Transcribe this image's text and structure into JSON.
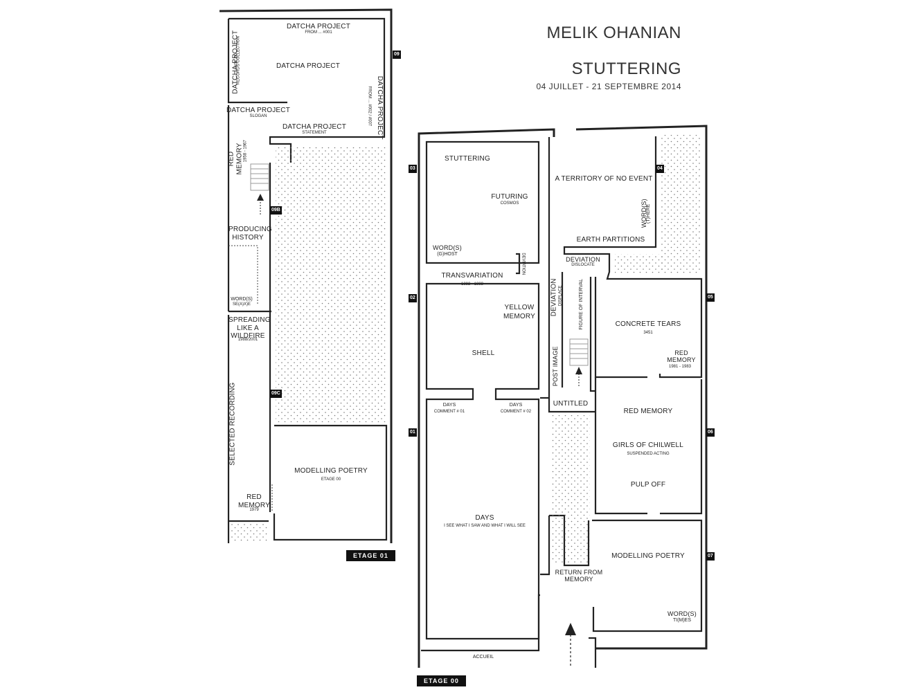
{
  "header": {
    "artist": "MELIK OHANIAN",
    "title": "STUTTERING",
    "dates": "04 JUILLET - 21 SEPTEMBRE 2014"
  },
  "floors": {
    "upper": "ETAGE 01",
    "ground": "ETAGE 00"
  },
  "tags": {
    "t01": "01",
    "t02": "02",
    "t03": "03",
    "t04": "04",
    "t05": "05",
    "t06": "06",
    "t07": "07",
    "t09": "09",
    "t09b": "09B",
    "t09c": "09C"
  },
  "upper": {
    "datcha_top": "DATCHA PROJECT",
    "datcha_top_sub": "FROM ... #001",
    "datcha_center": "DATCHA PROJECT",
    "datcha_left": "DATCHA PROJECT",
    "datcha_left_sub1": "RECORDS COLLECTION",
    "datcha_left_sub2": "VOL.00",
    "datcha_right": "DATCHA PROJECT",
    "datcha_right_sub": "FROM ... #002 / #007",
    "datcha_slogan": "DATCHA PROJECT",
    "datcha_slogan_sub": "SLOGAN",
    "datcha_statement": "DATCHA PROJECT",
    "datcha_statement_sub": "STATEMENT",
    "red_memory": "RED MEMORY",
    "red_memory_sub": "1958 - 1967",
    "producing_history": "PRODUCING HISTORY",
    "words_seaxe": "WORD(S)",
    "words_seaxe_sub": "SE(A)X)E",
    "spreading": "SPREADING LIKE A WILDFIRE",
    "spreading_sub": "1988/2001",
    "selected_recording": "SELECTED RECORDING",
    "modelling_poetry": "MODELLING POETRY",
    "modelling_poetry_sub": "ETAGE 00",
    "red_memory_1979": "RED MEMORY",
    "red_memory_1979_sub": "1979"
  },
  "ground": {
    "stuttering": "STUTTERING",
    "futuring": "FUTURING",
    "futuring_sub": "COSMOS",
    "words_ghost": "WORD(S)",
    "words_ghost_sub": "(G)HOST",
    "deviation_small": "DEVIATION",
    "territory": "A TERRITORY OF NO EVENT",
    "words_there": "WORD(S)",
    "words_there_sub": "(T)HERE",
    "earth_partitions": "EARTH PARTITIONS",
    "deviation_dislocate": "DEVIATION",
    "deviation_dislocate_sub": "DISLOCATE",
    "transvariation": "TRANSVARIATION",
    "transvariation_sub": "1882 - 1883",
    "yellow_memory": "YELLOW MEMORY",
    "shell": "SHELL",
    "deviation_displace": "DEVIATION",
    "deviation_displace_sub": "DISPLACE",
    "figure_interval": "FIGURE OF INTERVAL",
    "post_image": "POST IMAGE",
    "concrete_tears": "CONCRETE TEARS",
    "concrete_tears_sub": "3451",
    "red_memory_81": "RED MEMORY",
    "red_memory_81_sub": "1981 - 1983",
    "days_c1": "DAYS",
    "days_c1_sub": "COMMENT # 01",
    "days_c2": "DAYS",
    "days_c2_sub": "COMMENT # 02",
    "untitled": "UNTITLED",
    "red_memory": "RED MEMORY",
    "girls": "GIRLS OF CHILWELL",
    "girls_sub": "SUSPENDED ACTING",
    "pulp_off": "PULP OFF",
    "days": "DAYS",
    "days_sub": "I SEE WHAT I SAW AND WHAT I WILL SEE",
    "modelling_poetry": "MODELLING POETRY",
    "return_memory": "RETURN FROM MEMORY",
    "words_times": "WORD(S)",
    "words_times_sub": "TI(M)ES",
    "accueil": "ACCUEIL"
  }
}
